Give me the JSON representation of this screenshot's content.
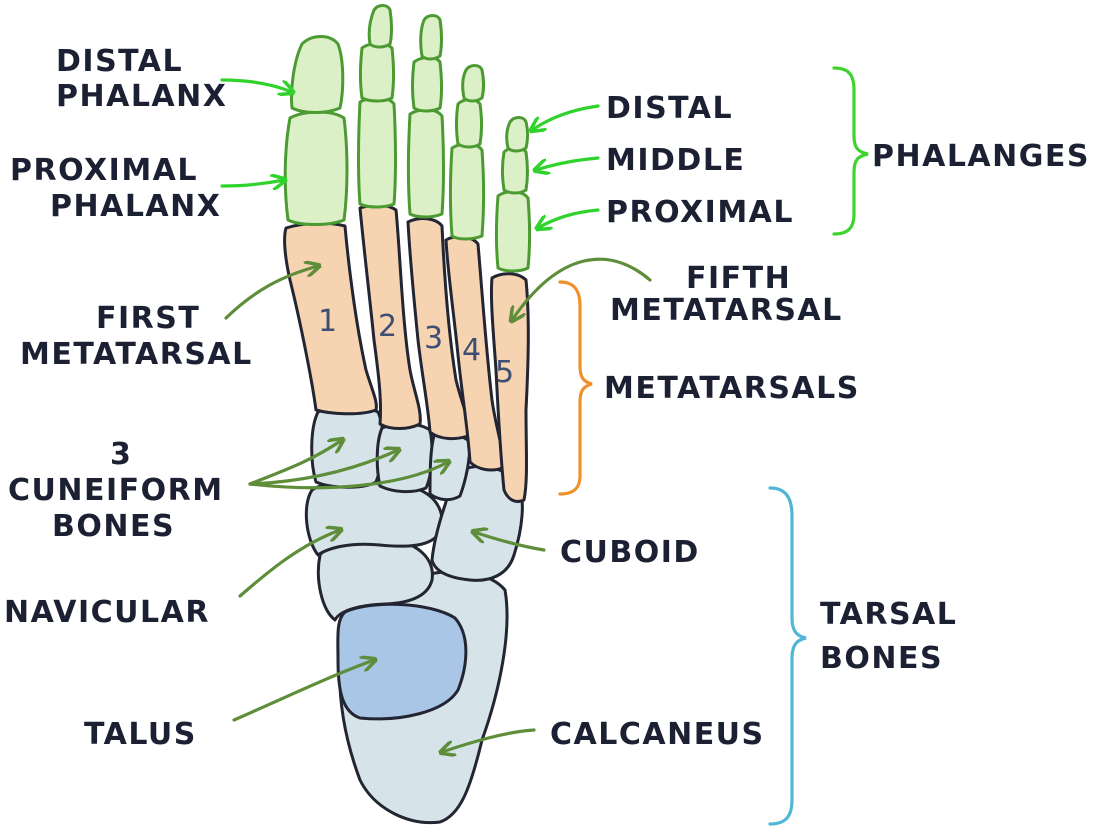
{
  "colors": {
    "phalanx_fill": "#dbf0c6",
    "phalanx_stroke": "#4c9a32",
    "metatarsal_fill": "#f6d3b1",
    "tarsal_fill": "#d6e4ea",
    "talus_fill": "#a9c6e6",
    "outline": "#232533",
    "label_text": "#1c2033",
    "arrow_bright_green": "#2fd32b",
    "arrow_olive_green": "#5e8e3a",
    "bracket_green": "#3dd42e",
    "bracket_orange": "#f0902a",
    "bracket_blue": "#4fb6d6"
  },
  "labels": {
    "distal_phalanx": [
      "DISTAL",
      "PHALANX"
    ],
    "proximal_phalanx": [
      "PROXIMAL",
      "PHALANX"
    ],
    "first_metatarsal": [
      "FIRST",
      "METATARSAL"
    ],
    "cuneiform": [
      "3",
      "CUNEIFORM",
      "BONES"
    ],
    "navicular": "NAVICULAR",
    "talus": "TALUS",
    "distal": "DISTAL",
    "middle": "MIDDLE",
    "proximal": "PROXIMAL",
    "phalanges": "PHALANGES",
    "fifth_metatarsal": [
      "FIFTH",
      "METATARSAL"
    ],
    "metatarsals": "METATARSALS",
    "cuboid": "CUBOID",
    "tarsal_bones": [
      "TARSAL",
      "BONES"
    ],
    "calcaneus": "CALCANEUS"
  },
  "metatarsal_numbers": [
    "1",
    "2",
    "3",
    "4",
    "5"
  ]
}
